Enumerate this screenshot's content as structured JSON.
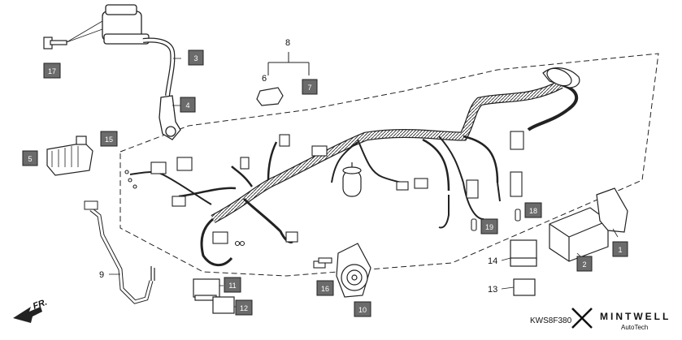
{
  "callouts": {
    "c1": "1",
    "c2": "2",
    "c3": "3",
    "c4": "4",
    "c5": "5",
    "c6": "6",
    "c7": "7",
    "c8": "8",
    "c9": "9",
    "c10": "10",
    "c11": "11",
    "c12": "12",
    "c13": "13",
    "c14": "14",
    "c15": "15",
    "c16": "16",
    "c17": "17",
    "c18": "18",
    "c19": "19"
  },
  "direction": {
    "label": "FR."
  },
  "diagram_code": "KWS8F380",
  "brand": {
    "name": "MINTWELL",
    "sub": "AutoTech"
  },
  "colors": {
    "tag_fill": "#6b6b6b",
    "line": "#222222"
  }
}
